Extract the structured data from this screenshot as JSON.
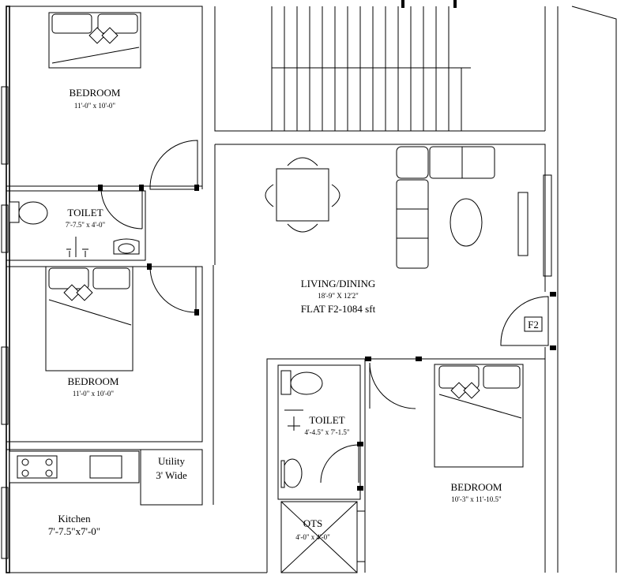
{
  "plan": {
    "flat": {
      "name": "LIVING/DINING",
      "size": "18'-9\" X 12'2\"",
      "flat_label": "FLAT F2-1084 sft",
      "tag": "F2"
    },
    "rooms": {
      "bedroom_top": {
        "name": "BEDROOM",
        "size": "11'-0\" x 10'-0\""
      },
      "toilet_top": {
        "name": "TOILET",
        "size": "7'-7.5\" x 4'-0\""
      },
      "bedroom_mid": {
        "name": "BEDROOM",
        "size": "11'-0\" x 10'-0\""
      },
      "kitchen": {
        "name": "Kitchen",
        "size": "7'-7.5\"x7'-0\""
      },
      "utility": {
        "name": "Utility",
        "size": "3' Wide"
      },
      "toilet_bottom": {
        "name": "TOILET",
        "size": "4'-4.5\" x 7'-1.5\""
      },
      "ots": {
        "name": "OTS",
        "size": "4'-0\" x 4'-0\""
      },
      "bedroom_right": {
        "name": "BEDROOM",
        "size": "10'-3\" x 11'-10.5\""
      }
    }
  }
}
